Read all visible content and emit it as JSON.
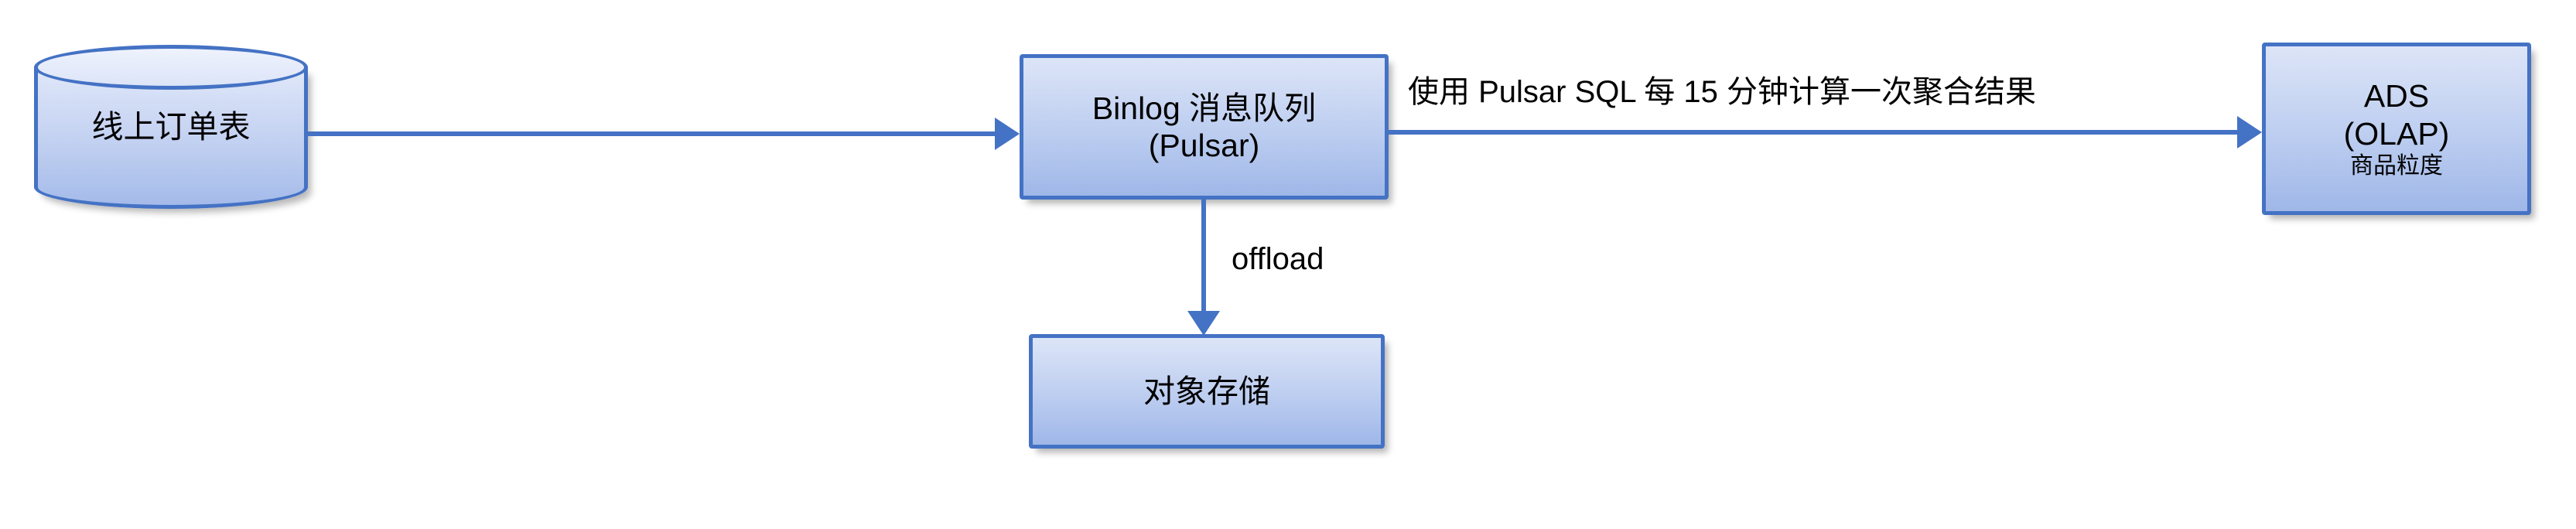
{
  "diagram": {
    "title": "Pulsar binlog aggregation pipeline",
    "background_color": "#FFFFFF",
    "accent_color": "#4472C4",
    "node_fill_top": "#DCE4F7",
    "node_fill_bottom": "#9FB7E8",
    "text_color": "#000000"
  },
  "nodes": {
    "source_db": {
      "shape": "cylinder",
      "label": "线上订单表"
    },
    "message_queue": {
      "shape": "rectangle",
      "line1": "Binlog 消息队列",
      "line2": "(Pulsar)",
      "label": "Binlog 消息队列\n(Pulsar)"
    },
    "object_storage": {
      "shape": "rectangle",
      "label": "对象存储"
    },
    "ads": {
      "shape": "rectangle",
      "line1": "ADS",
      "line2": "(OLAP)",
      "line3": "商品粒度",
      "label": "ADS\n(OLAP)"
    }
  },
  "edges": {
    "db_to_queue": {
      "from": "source_db",
      "to": "message_queue",
      "label": "",
      "direction": "right"
    },
    "queue_to_ads": {
      "from": "message_queue",
      "to": "ads",
      "label": "使用 Pulsar SQL 每 15 分钟计算一次聚合结果",
      "direction": "right"
    },
    "queue_to_storage": {
      "from": "message_queue",
      "to": "object_storage",
      "label": "offload",
      "direction": "down"
    }
  }
}
